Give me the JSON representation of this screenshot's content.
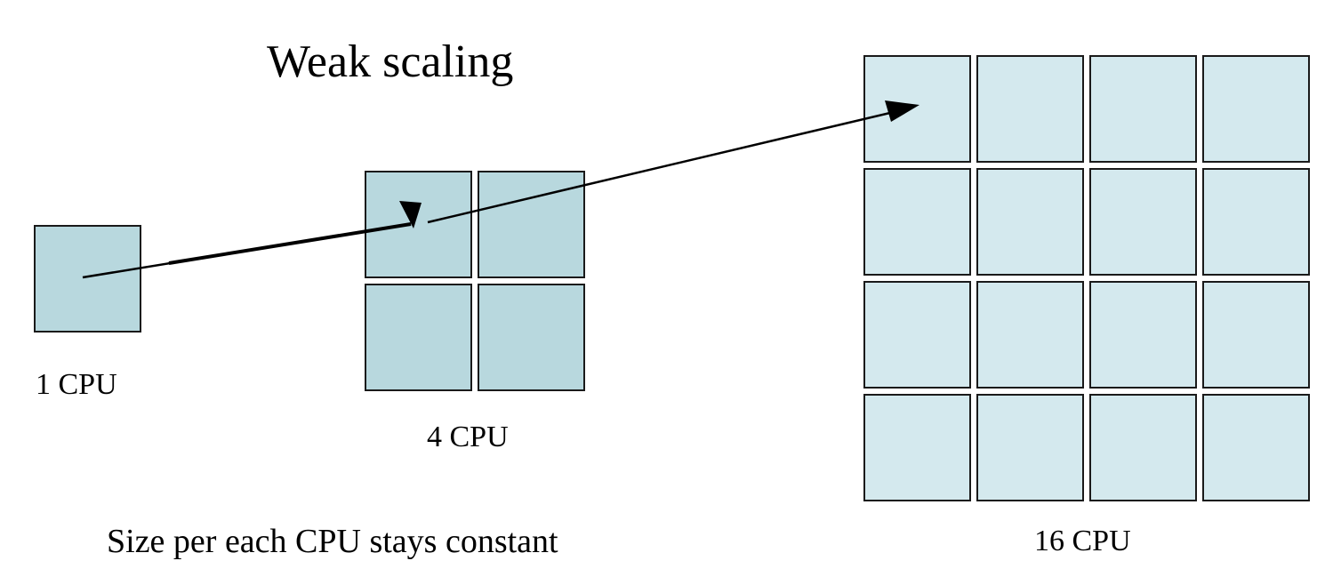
{
  "title": "Weak scaling",
  "caption": "Size per each CPU stays constant",
  "colors": {
    "cpu1_cell": "#b8d8de",
    "cpu4_cell": "#b8d8de",
    "cpu16_cell": "#d4e9ee",
    "cell_border": "#1a1a1a",
    "arrow": "#000000"
  },
  "configurations": [
    {
      "label": "1 CPU",
      "grid_size": 1
    },
    {
      "label": "4 CPU",
      "grid_size": 2
    },
    {
      "label": "16 CPU",
      "grid_size": 4
    }
  ]
}
